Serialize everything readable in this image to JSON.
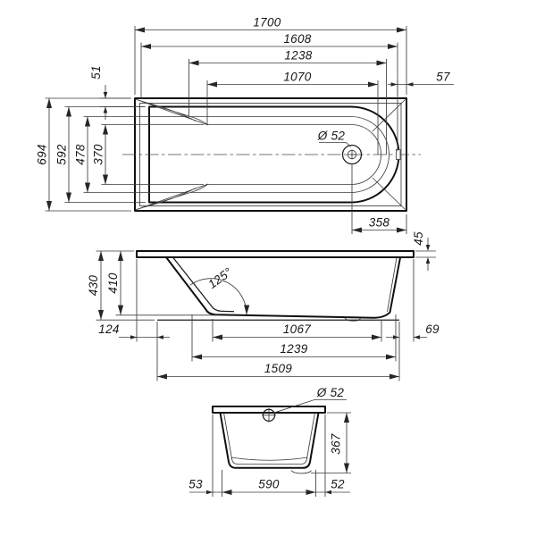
{
  "meta": {
    "description": "Bathtub dimensional technical drawing with three orthographic views",
    "background": "#ffffff",
    "ink": "#1a1a1a"
  },
  "top_view": {
    "overall_length": "1700",
    "inner_length": "1608",
    "basin_length": "1238",
    "floor_length": "1070",
    "end_margin": "57",
    "side_margin": "51",
    "overall_width": "694",
    "inner_width": "592",
    "mid_width": "478",
    "floor_width": "370",
    "drain": "Ø 52",
    "drain_to_end": "358"
  },
  "side_view": {
    "rim_height": "45",
    "overall_height": "430",
    "inner_height": "410",
    "backrest_angle": "125°",
    "front_overhang": "124",
    "floor_length": "1067",
    "rear_overhang": "69",
    "basin_length": "1239",
    "base_length": "1509"
  },
  "end_view": {
    "drain": "Ø 52",
    "depth": "367",
    "left_margin": "53",
    "base_width": "590",
    "right_margin": "52"
  }
}
